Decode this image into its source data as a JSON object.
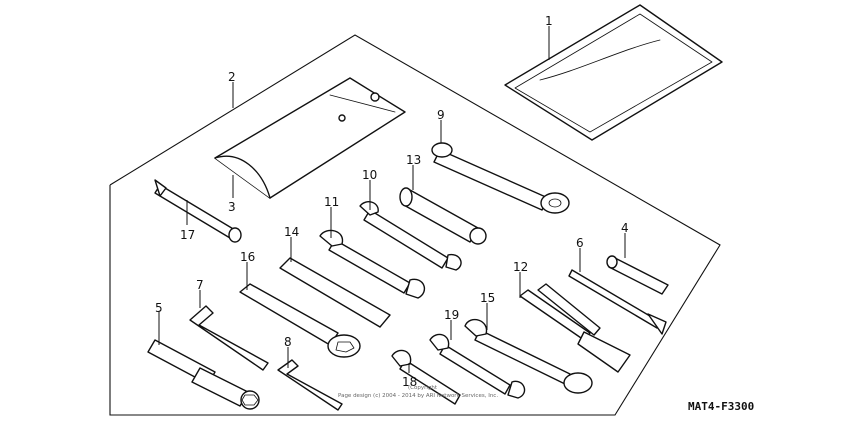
{
  "diagram": {
    "callouts": [
      "1",
      "2",
      "3",
      "4",
      "5",
      "6",
      "7",
      "8",
      "9",
      "10",
      "11",
      "12",
      "13",
      "14",
      "15",
      "16",
      "17",
      "18",
      "19"
    ],
    "figure_code": "MAT4-F3300",
    "copyright_line1": "(Copyright",
    "copyright_line2": "Page design (c) 2004 - 2014 by ARI Network Services, Inc."
  }
}
